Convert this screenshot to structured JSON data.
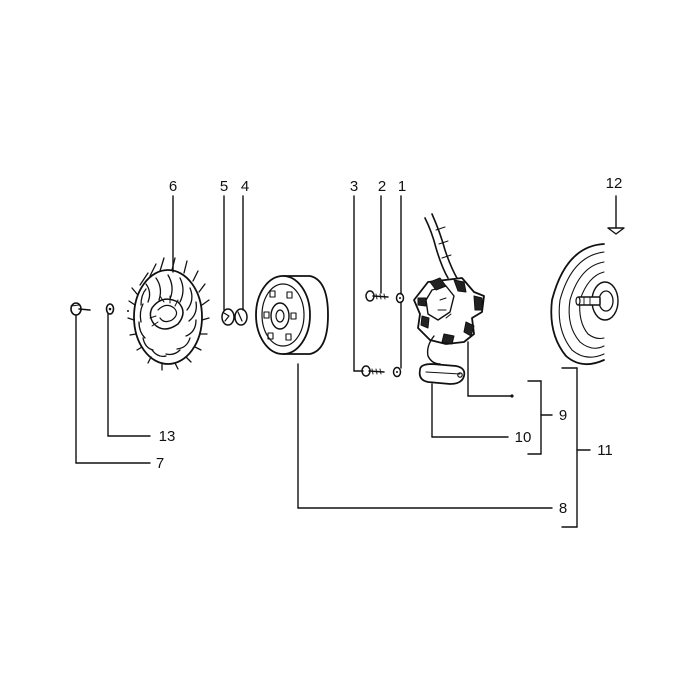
{
  "diagram": {
    "callouts": [
      {
        "id": "c1",
        "label": "1"
      },
      {
        "id": "c2",
        "label": "2"
      },
      {
        "id": "c3",
        "label": "3"
      },
      {
        "id": "c4",
        "label": "4"
      },
      {
        "id": "c5",
        "label": "5"
      },
      {
        "id": "c6",
        "label": "6"
      },
      {
        "id": "c7",
        "label": "7"
      },
      {
        "id": "c8",
        "label": "8"
      },
      {
        "id": "c9",
        "label": "9"
      },
      {
        "id": "c10",
        "label": "10"
      },
      {
        "id": "c11",
        "label": "11"
      },
      {
        "id": "c12",
        "label": "12"
      },
      {
        "id": "c13",
        "label": "13"
      }
    ],
    "parts": [
      {
        "name": "flywheel-nut",
        "icon": "nut-icon"
      },
      {
        "name": "washer",
        "icon": "washer-icon"
      },
      {
        "name": "fan-cooling-impeller",
        "icon": "fan-icon"
      },
      {
        "name": "screw-pair",
        "icon": "screw-icon"
      },
      {
        "name": "flywheel-rotor",
        "icon": "rotor-icon"
      },
      {
        "name": "stator-plate",
        "icon": "stator-icon"
      },
      {
        "name": "pickup-coil",
        "icon": "coil-icon"
      },
      {
        "name": "magneto-housing",
        "icon": "housing-icon"
      }
    ],
    "line_color": "#111111",
    "background": "#ffffff"
  }
}
